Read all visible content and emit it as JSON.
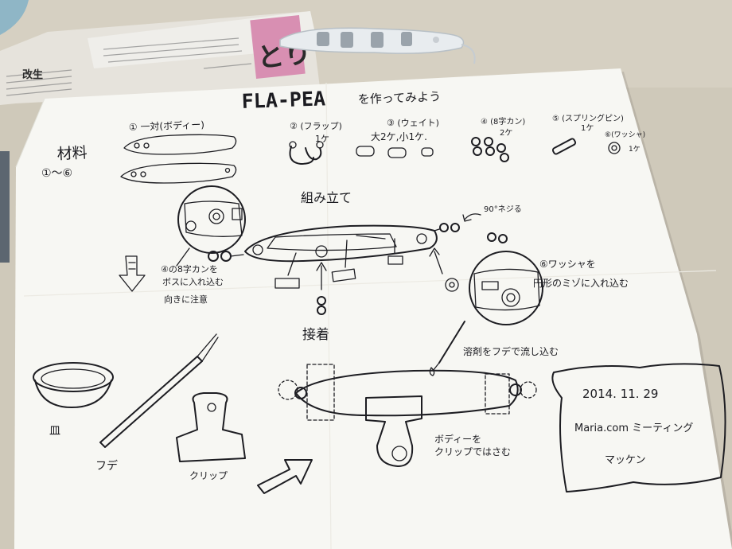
{
  "sheet": {
    "title": "FLA-PEA",
    "title_suffix": "を作ってみよう",
    "materials_heading": "材料",
    "materials_range": "①～⑥",
    "parts": {
      "body": "① 一対(ボディー)",
      "flap": "② (フラップ)",
      "flap_qty": "1ケ",
      "weight": "③ (ウェイト)",
      "weight_qty": "大2ケ,小1ケ.",
      "eight_ring": "④ (8字カン)",
      "eight_ring_qty": "2ケ",
      "spring_pin": "⑤ (スプリングピン)",
      "spring_pin_qty": "1ケ",
      "washer": "⑥(ワッシャ)",
      "washer_qty": "1ケ"
    },
    "assembly": {
      "heading": "組み立て",
      "rotate_note": "90°ネジる",
      "ring_note_line1": "④の8字カンを",
      "ring_note_line2": "ボスに入れ込む",
      "ring_note_line3": "向きに注意",
      "washer_note_line1": "⑥ワッシャを",
      "washer_note_line2": "円形のミゾに入れ込む"
    },
    "bonding": {
      "heading": "接着",
      "solvent_note": "溶剤をフデで流し込む",
      "dish": "皿",
      "brush": "フデ",
      "clip": "クリップ",
      "clip_note_line1": "ボディーを",
      "clip_note_line2": "クリップではさむ"
    },
    "signature": {
      "date": "2014. 11. 29",
      "event": "Maria.com ミーティング",
      "author": "マッケン"
    }
  },
  "newspaper": {
    "headline_fragment": "とり",
    "side_fragment": "改生"
  }
}
